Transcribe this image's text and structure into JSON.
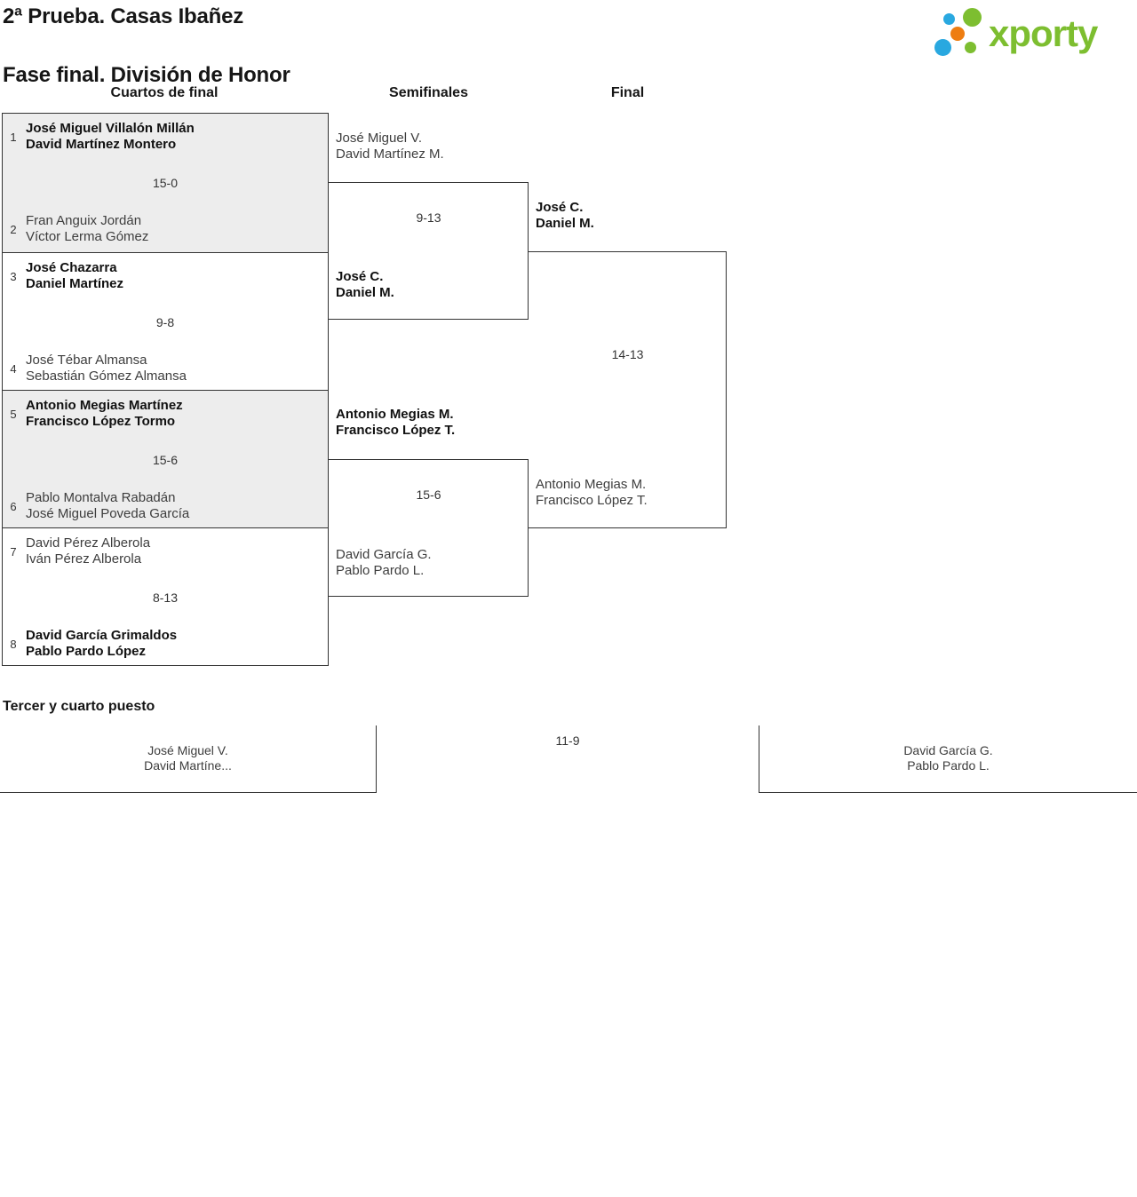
{
  "header": {
    "title_line1": "2ª Prueba. Casas Ibañez",
    "title_line2": "Fase final. División de Honor",
    "logo_text": "xporty"
  },
  "round_headers": {
    "quarterfinals": "Cuartos de final",
    "semifinals": "Semifinales",
    "final": "Final"
  },
  "quarterfinals": [
    {
      "seed_top": "1",
      "team_top_line1": "José Miguel Villalón Millán",
      "team_top_line2": "David Martínez Montero",
      "score": "15-0",
      "seed_bottom": "2",
      "team_bottom_line1": "Fran Anguix Jordán",
      "team_bottom_line2": "Víctor Lerma Gómez"
    },
    {
      "seed_top": "3",
      "team_top_line1": "José Chazarra",
      "team_top_line2": "Daniel Martínez",
      "score": "9-8",
      "seed_bottom": "4",
      "team_bottom_line1": "José Tébar Almansa",
      "team_bottom_line2": "Sebastián Gómez Almansa"
    },
    {
      "seed_top": "5",
      "team_top_line1": "Antonio Megias Martínez",
      "team_top_line2": "Francisco López Tormo",
      "score": "15-6",
      "seed_bottom": "6",
      "team_bottom_line1": "Pablo Montalva Rabadán",
      "team_bottom_line2": "José Miguel Poveda García"
    },
    {
      "seed_top": "7",
      "team_top_line1": "David Pérez Alberola",
      "team_top_line2": "Iván Pérez Alberola",
      "score": "8-13",
      "seed_bottom": "8",
      "team_bottom_line1": "David García Grimaldos",
      "team_bottom_line2": "Pablo Pardo López"
    }
  ],
  "semifinals": [
    {
      "team_top": "José Miguel V.\nDavid Martínez M.",
      "score": "9-13",
      "team_bottom": "José C.\nDaniel M."
    },
    {
      "team_top": "Antonio Megias M.\nFrancisco López T.",
      "score": "15-6",
      "team_bottom": "David García G.\nPablo Pardo L."
    }
  ],
  "final": {
    "team_top": "José C.\nDaniel M.",
    "score": "14-13",
    "team_bottom": "Antonio Megias M.\nFrancisco López T."
  },
  "third_place": {
    "heading": "Tercer y cuarto puesto",
    "team_left": "José Miguel V.\nDavid Martíne...",
    "score": "11-9",
    "team_right": "David García G.\nPablo Pardo L."
  },
  "colors": {
    "logo_green": "#7dbe30",
    "logo_blue": "#29a8e0",
    "logo_orange": "#ee7d11",
    "box_shaded": "#ededed",
    "line": "#333333"
  }
}
